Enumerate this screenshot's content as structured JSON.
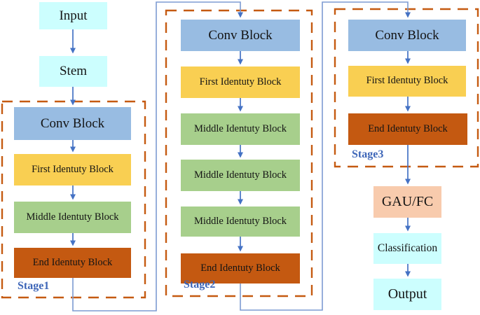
{
  "diagram": {
    "nodes": {
      "input": {
        "label": "Input"
      },
      "stem": {
        "label": "Stem"
      },
      "s1_conv": {
        "label": "Conv Block"
      },
      "s1_first": {
        "label": "First Identuty Block"
      },
      "s1_middle": {
        "label": "Middle Identuty Block"
      },
      "s1_end": {
        "label": "End Identuty Block"
      },
      "s2_conv": {
        "label": "Conv Block"
      },
      "s2_first": {
        "label": "First Identuty Block"
      },
      "s2_middle1": {
        "label": "Middle Identuty Block"
      },
      "s2_middle2": {
        "label": "Middle Identuty Block"
      },
      "s2_middle3": {
        "label": "Middle Identuty Block"
      },
      "s2_end": {
        "label": "End Identuty Block"
      },
      "s3_conv": {
        "label": "Conv Block"
      },
      "s3_first": {
        "label": "First Identuty Block"
      },
      "s3_end": {
        "label": "End Identuty Block"
      },
      "gau": {
        "label": "GAU/FC"
      },
      "classification": {
        "label": "Classification"
      },
      "output": {
        "label": "Output"
      }
    },
    "stages": {
      "stage1": {
        "label": "Stage1"
      },
      "stage2": {
        "label": "Stage2"
      },
      "stage3": {
        "label": "Stage3"
      }
    }
  },
  "palette": {
    "cyan_box": "#CCFEFE",
    "conv_blue": "#98BCE2",
    "first_yellow": "#F9CF52",
    "middle_green": "#A7CF8C",
    "end_orange": "#C45911",
    "gau_peach": "#F8CBAD",
    "arrow_blue": "#4472C4",
    "connector_blue": "#7D9BD2",
    "dashed_border": "#C55A11",
    "stage_label_blue": "#3E66B8",
    "text_black": "#141414"
  }
}
